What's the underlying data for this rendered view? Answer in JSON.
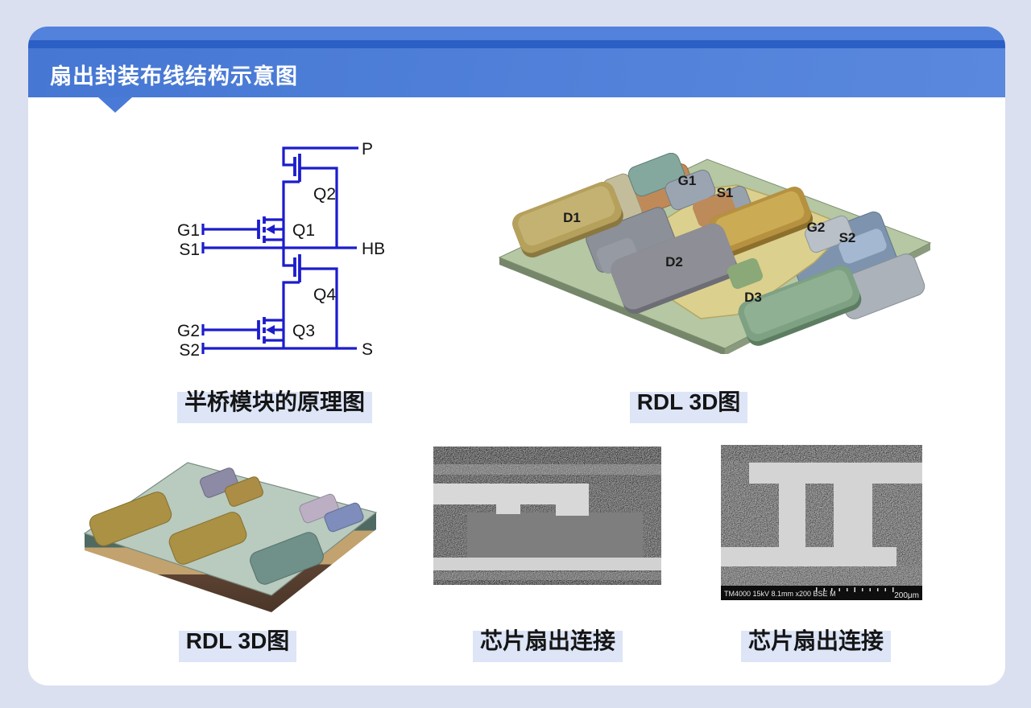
{
  "page": {
    "background": "#dbe0f0",
    "card_background": "#ffffff"
  },
  "header": {
    "title": "扇出封装布线结构示意图",
    "banner_main": "#4a7ad7",
    "banner_strip": "#2c5fc6",
    "banner_top": "#5282db",
    "title_color": "#ffffff"
  },
  "captions": {
    "schematic": "半桥模块的原理图",
    "rdl_top": "RDL 3D图",
    "rdl_bottom": "RDL 3D图",
    "sem_mid": "芯片扇出连接",
    "sem_right": "芯片扇出连接",
    "highlight_color": "#dde5f7"
  },
  "schematic": {
    "wire_color": "#1c1ccd",
    "labels": {
      "p": "P",
      "q1": "Q1",
      "q2": "Q2",
      "q3": "Q3",
      "q4": "Q4",
      "g1": "G1",
      "s1": "S1",
      "g2": "G2",
      "s2": "S2",
      "hb": "HB",
      "s": "S"
    }
  },
  "rdl_top_labels": {
    "d1": "D1",
    "g1": "G1",
    "s1": "S1",
    "g2": "G2",
    "s2": "S2",
    "d2": "D2",
    "d3": "D3"
  },
  "sem_right_info": {
    "status": "TM4000 15kV 8.1mm x200 BSE M",
    "scale": "200μm"
  }
}
